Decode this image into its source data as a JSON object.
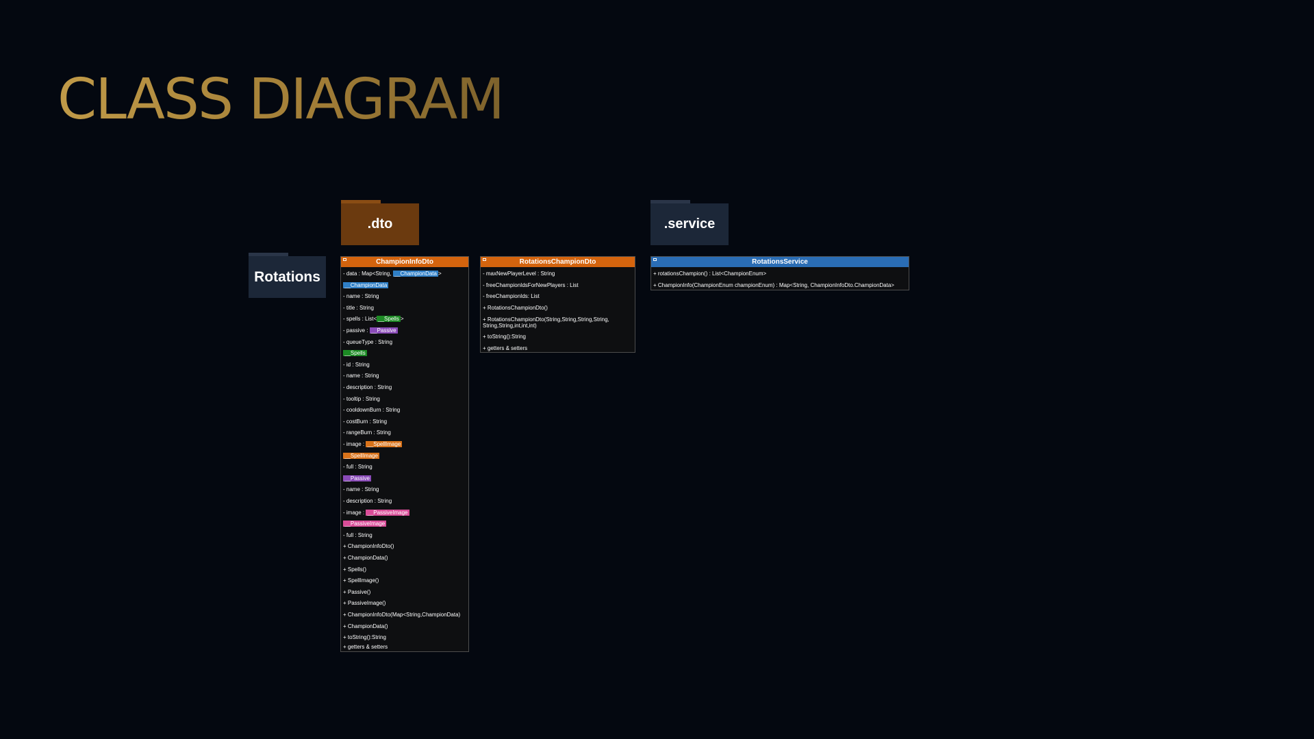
{
  "page": {
    "title": "CLASS DIAGRAM"
  },
  "packages": {
    "rotations": "Rotations",
    "dto": ".dto",
    "service": ".service"
  },
  "colors": {
    "title_gold": "#b38b3c",
    "dto_orange": "#d4640e",
    "service_blue": "#2a6db5",
    "package_dark": "#1c2738",
    "package_brown": "#6b3a0f",
    "hl_blue": "#2f7fc6",
    "hl_green": "#1c8a24",
    "hl_purple": "#8a4bb8",
    "hl_orange": "#d9731a",
    "hl_pink": "#d94d98"
  },
  "classes": {
    "champion_info_dto": {
      "name": "ChampionInfoDto",
      "rows": [
        {
          "text": "- data : Map<String, ",
          "hl": "__ChampionData",
          "hl_color": "blue",
          "suffix": ">"
        },
        {
          "text": "",
          "hl": "__ChampionData",
          "hl_color": "blue",
          "suffix": ""
        },
        {
          "text": "- name : String",
          "hl": "",
          "hl_color": "",
          "suffix": ""
        },
        {
          "text": "- title : String",
          "hl": "",
          "hl_color": "",
          "suffix": ""
        },
        {
          "text": "- spells : List<",
          "hl": "__Spells",
          "hl_color": "green",
          "suffix": ">"
        },
        {
          "text": "- passive : ",
          "hl": "__Passive",
          "hl_color": "purple",
          "suffix": ""
        },
        {
          "text": "- queueType : String",
          "hl": "",
          "hl_color": "",
          "suffix": ""
        },
        {
          "text": "",
          "hl": "__Spells",
          "hl_color": "green",
          "suffix": ""
        },
        {
          "text": "- id : String",
          "hl": "",
          "hl_color": "",
          "suffix": ""
        },
        {
          "text": "- name : String",
          "hl": "",
          "hl_color": "",
          "suffix": ""
        },
        {
          "text": "- description : String",
          "hl": "",
          "hl_color": "",
          "suffix": ""
        },
        {
          "text": "- tooltip : String",
          "hl": "",
          "hl_color": "",
          "suffix": ""
        },
        {
          "text": "- cooldownBurn : String",
          "hl": "",
          "hl_color": "",
          "suffix": ""
        },
        {
          "text": "- costBurn : String",
          "hl": "",
          "hl_color": "",
          "suffix": ""
        },
        {
          "text": "- rangeBurn : String",
          "hl": "",
          "hl_color": "",
          "suffix": ""
        },
        {
          "text": "- image : ",
          "hl": "__SpellImage",
          "hl_color": "orange",
          "suffix": ""
        },
        {
          "text": "",
          "hl": "__SpellImage",
          "hl_color": "orange",
          "suffix": ""
        },
        {
          "text": "- full : String",
          "hl": "",
          "hl_color": "",
          "suffix": ""
        },
        {
          "text": "",
          "hl": "__Passive",
          "hl_color": "purple",
          "suffix": ""
        },
        {
          "text": "- name : String",
          "hl": "",
          "hl_color": "",
          "suffix": ""
        },
        {
          "text": "- description : String",
          "hl": "",
          "hl_color": "",
          "suffix": ""
        },
        {
          "text": "- image : ",
          "hl": "__PassiveImage",
          "hl_color": "pink",
          "suffix": ""
        },
        {
          "text": "",
          "hl": "__PassiveImage",
          "hl_color": "pink",
          "suffix": ""
        },
        {
          "text": "- full : String",
          "hl": "",
          "hl_color": "",
          "suffix": ""
        },
        {
          "text": "+ ChampionInfoDto()",
          "hl": "",
          "hl_color": "",
          "suffix": ""
        },
        {
          "text": "+ ChampionData()",
          "hl": "",
          "hl_color": "",
          "suffix": ""
        },
        {
          "text": "+ Spells()",
          "hl": "",
          "hl_color": "",
          "suffix": ""
        },
        {
          "text": "+ SpellImage()",
          "hl": "",
          "hl_color": "",
          "suffix": ""
        },
        {
          "text": "+ Passive()",
          "hl": "",
          "hl_color": "",
          "suffix": ""
        },
        {
          "text": "+ PassiveImage()",
          "hl": "",
          "hl_color": "",
          "suffix": ""
        },
        {
          "text": "+ ChampionInfoDto(Map<String,ChampionData)",
          "hl": "",
          "hl_color": "",
          "suffix": ""
        },
        {
          "text": "+ ChampionData()",
          "hl": "",
          "hl_color": "",
          "suffix": ""
        },
        {
          "text": "+ toString():String",
          "hl": "",
          "hl_color": "",
          "suffix": ""
        },
        {
          "text": "+ getters & setters",
          "hl": "",
          "hl_color": "",
          "suffix": ""
        }
      ]
    },
    "rotations_champion_dto": {
      "name": "RotationsChampionDto",
      "rows": [
        {
          "text": "- maxNewPlayerLevel : String"
        },
        {
          "text": "- freeChampionIdsForNewPlayers : List"
        },
        {
          "text": "- freeChampionIds: List"
        },
        {
          "text": "+ RotationsChampionDto()"
        },
        {
          "text": "+ RotationsChampionDto(String,String,String,String,"
        },
        {
          "text": "String,String,int,int,int)"
        },
        {
          "text": "+ toString():String"
        },
        {
          "text": "+ getters & setters"
        }
      ]
    },
    "rotations_service": {
      "name": "RotationsService",
      "rows": [
        {
          "text": "+ rotationsChampion() : List<ChampionEnum>"
        },
        {
          "text": "+ ChampionInfo(ChampionEnum championEnum) : Map<String, ChampionInfoDto.ChampionData>"
        }
      ]
    }
  }
}
